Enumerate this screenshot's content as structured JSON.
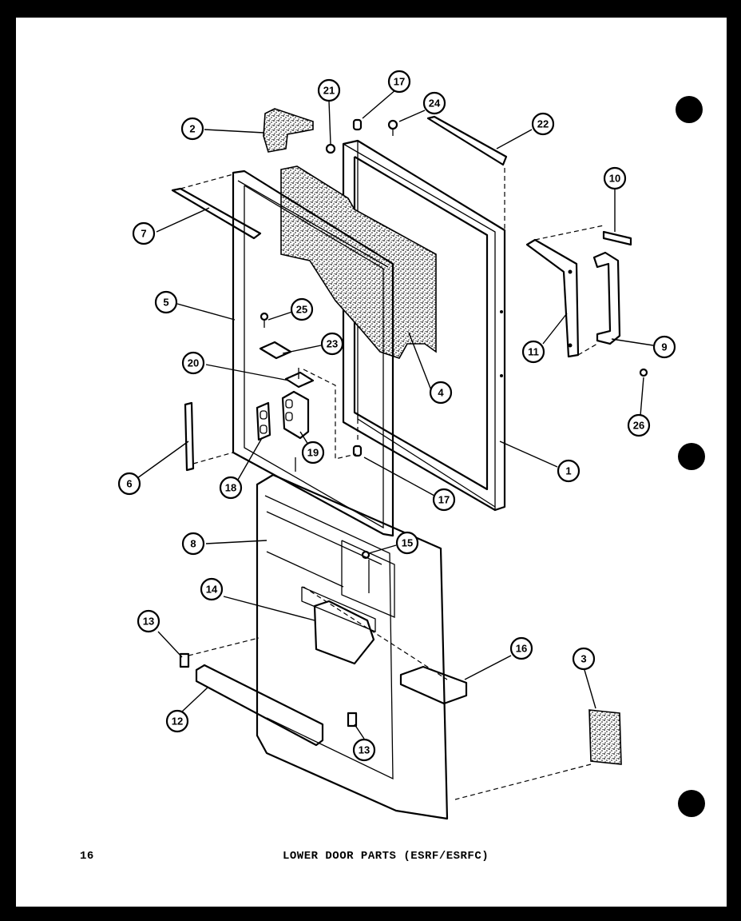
{
  "page_number": "16",
  "caption": "LOWER DOOR PARTS (ESRF/ESRFC)",
  "callouts": [
    "1",
    "2",
    "3",
    "4",
    "5",
    "6",
    "7",
    "8",
    "9",
    "10",
    "11",
    "12",
    "13",
    "13",
    "14",
    "15",
    "16",
    "17",
    "17",
    "18",
    "19",
    "20",
    "21",
    "22",
    "23",
    "24",
    "25",
    "26"
  ]
}
